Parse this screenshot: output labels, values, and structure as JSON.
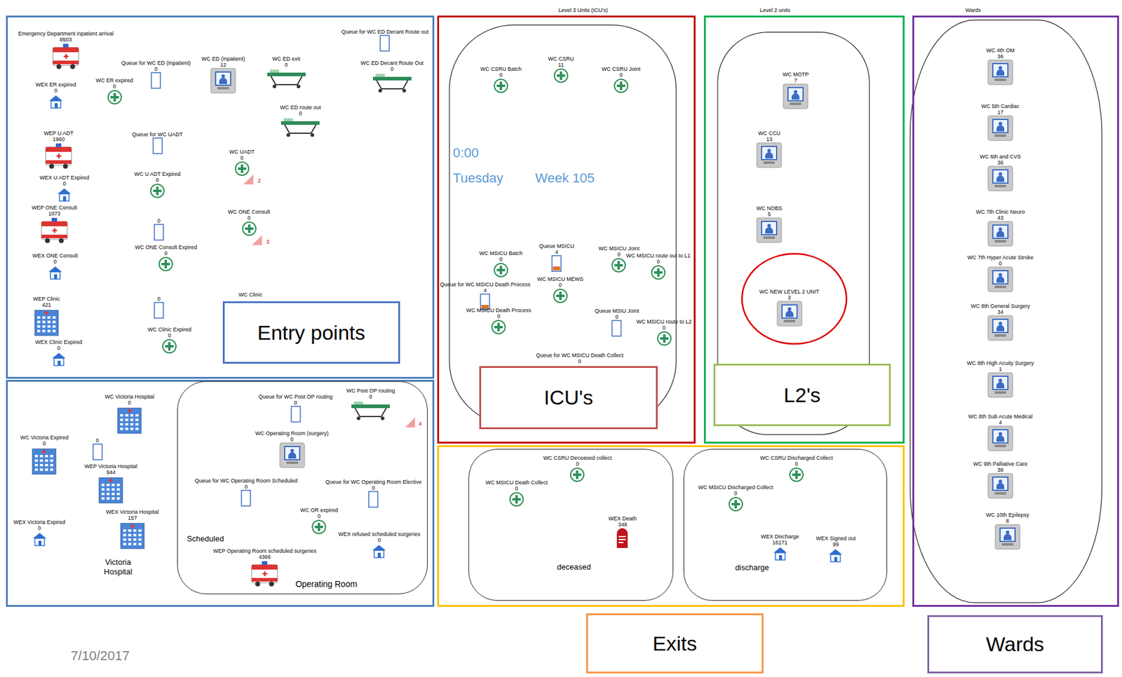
{
  "diagram": {
    "nodes": [
      {
        "text": []
      },
      {
        "text": [
          "Emergency Department inpatient arrival",
          "8503"
        ],
        "in": 0
      },
      {
        "text": [
          "Queue for WC ED Decant Route out"
        ],
        "in": 0
      },
      {
        "text": [
          "Queue for WC ED (Inpatient)",
          "0"
        ],
        "in": 0
      },
      {
        "text": [
          "WC ED (inpatient)",
          "12"
        ],
        "in": 0
      },
      {
        "text": [
          "WC ED exit",
          "0"
        ],
        "in": 0
      },
      {
        "text": [
          "WC ED Decant Route Out",
          "0"
        ],
        "in": 0
      },
      {
        "text": [
          "WEX ER expired",
          "0"
        ],
        "in": 0
      },
      {
        "text": [
          "WC ER expired",
          "0"
        ],
        "in": 0
      },
      {
        "text": [
          "WC ED route out",
          "0"
        ],
        "in": 0
      },
      {
        "text": [
          "WEP U ADT",
          "1960"
        ],
        "in": 0
      },
      {
        "text": [
          "Queue for WC UADT"
        ],
        "in": 0
      },
      {
        "text": [
          "WC UADT",
          "0"
        ],
        "in": 0
      },
      {
        "text": [
          "WEX U ADT Expired",
          "0"
        ],
        "in": 0
      },
      {
        "text": [
          "WC U ADT Expired",
          "0"
        ],
        "in": 0
      },
      {
        "text": [
          "WEP ONE Consult",
          "1073"
        ],
        "in": 0
      },
      {
        "text": [
          "0"
        ],
        "in": 0
      },
      {
        "text": [
          "WC ONE Consult",
          "0"
        ],
        "in": 0
      },
      {
        "text": [
          "WC ONE Consult Expired",
          "0"
        ],
        "in": 0
      },
      {
        "text": [
          "WEX ONE Consult",
          "0"
        ],
        "in": 0
      },
      {
        "text": [
          "WEP Clinic",
          "421"
        ],
        "in": 0
      },
      {
        "text": [
          "0"
        ],
        "in": 0
      },
      {
        "text": [
          "WC Clinic"
        ],
        "in": 0
      },
      {
        "text": [
          "WC Clinic Expired",
          "0"
        ],
        "in": 0
      },
      {
        "text": [
          "WEX Clinic Expired",
          "0"
        ],
        "in": 0
      },
      {
        "text": [
          "Entry points"
        ],
        "in": 0
      },
      {
        "text": []
      },
      {
        "text": [
          "WC Victoria Hospital",
          "0"
        ],
        "in": 26
      },
      {
        "text": [
          "WC Victoria Expired",
          "0"
        ],
        "in": 26
      },
      {
        "text": [
          "0"
        ],
        "in": 26
      },
      {
        "text": [
          "WEP Victoria Hospital",
          "944"
        ],
        "in": 26
      },
      {
        "text": [
          "WEX Victoria Hospital",
          "157"
        ],
        "in": 26
      },
      {
        "text": [
          "WEX Victoria Expired",
          "0"
        ],
        "in": 26
      },
      {
        "text": [
          "Scheduled",
          "Operating Room"
        ],
        "in": 26
      },
      {
        "text": [
          "Queue for WC Post OP routing",
          "0"
        ],
        "in": 33
      },
      {
        "text": [
          "WC Post OP routing",
          "0"
        ],
        "in": 33
      },
      {
        "text": [
          "WC Operating Room (surgery)",
          "0"
        ],
        "in": 33
      },
      {
        "text": [
          "Queue for WC Operating Room Scheduled",
          "0"
        ],
        "in": 33
      },
      {
        "text": [
          "Queue for WC Operating Room Elective",
          "0"
        ],
        "in": 33
      },
      {
        "text": [
          "WC OR expired",
          "0"
        ],
        "in": 33
      },
      {
        "text": [
          "WEX refused scheduled surgeries",
          "0"
        ],
        "in": 33
      },
      {
        "text": [
          "WEP Operating Room scheduled surgeries",
          "4366"
        ],
        "in": 33
      },
      {
        "text": [
          "Level 3 Units (ICU's)"
        ]
      },
      {
        "text": [
          "WC CSRU Batch",
          "0"
        ],
        "in": 42
      },
      {
        "text": [
          "WC CSRU",
          "11"
        ],
        "in": 42
      },
      {
        "text": [
          "WC CSRU Joint",
          "0"
        ],
        "in": 42
      },
      {
        "text": [
          "WC MSICU Batch",
          "0"
        ],
        "in": 42
      },
      {
        "text": [
          "Queue MSICU",
          "4"
        ],
        "in": 42
      },
      {
        "text": [
          "WC MSICU Joint",
          "0"
        ],
        "in": 42
      },
      {
        "text": [
          "WC MSICU route out to L1",
          "0"
        ],
        "in": 42
      },
      {
        "text": [
          "WC MSICU MEWS",
          "0"
        ],
        "in": 42
      },
      {
        "text": [
          "Queue for WC MSICU Death Process",
          "4"
        ],
        "in": 42
      },
      {
        "text": [
          "WC MSICU Death Process",
          "0"
        ],
        "in": 42
      },
      {
        "text": [
          "Queue MSIU Joint",
          "0"
        ],
        "in": 42
      },
      {
        "text": [
          "WC MSICU route to L2",
          "0"
        ],
        "in": 42
      },
      {
        "text": [
          "Queue for WC MSICU Death Collect",
          "0"
        ],
        "in": 42
      },
      {
        "text": [
          "ICU's"
        ],
        "in": 42
      },
      {
        "text": [
          "Level 2 units"
        ]
      },
      {
        "text": [
          "WC MOTP",
          "7"
        ],
        "in": 57
      },
      {
        "text": [
          "WC CCU",
          "13"
        ],
        "in": 57
      },
      {
        "text": [
          "WC NOBS",
          "5"
        ],
        "in": 57
      },
      {
        "text": [
          "WC NEW LEVEL 2 UNIT",
          "3"
        ],
        "in": 57
      },
      {
        "text": [
          "L2's"
        ],
        "in": 57
      },
      {
        "text": []
      },
      {
        "text": [
          "deceased"
        ],
        "in": 63
      },
      {
        "text": [
          "WC CSRU Deceased collect",
          "0"
        ],
        "in": 64
      },
      {
        "text": [
          "WC MSICU Death Collect",
          "0"
        ],
        "in": 64
      },
      {
        "text": [
          "WEX Death",
          "348"
        ],
        "in": 64
      },
      {
        "text": [
          "discharge"
        ],
        "in": 63
      },
      {
        "text": [
          "WC CSRU Discharged Collect",
          "0"
        ],
        "in": 68
      },
      {
        "text": [
          "WC MSICU Discharged Collect",
          "0"
        ],
        "in": 68
      },
      {
        "text": [
          "WEX Discharge",
          "16171"
        ],
        "in": 68
      },
      {
        "text": [
          "WEX Signed out",
          "99"
        ],
        "in": 68
      },
      {
        "text": [
          "Wards"
        ]
      },
      {
        "text": [
          "WC 4th OM",
          "36"
        ],
        "in": 73
      },
      {
        "text": [
          "WC 5th Cardiac",
          "17"
        ],
        "in": 73
      },
      {
        "text": [
          "WC 6th and CVS",
          "36"
        ],
        "in": 73
      },
      {
        "text": [
          "WC 7th Clinic Neuro",
          "43"
        ],
        "in": 73
      },
      {
        "text": [
          "WC 7th Hyper Acute Stroke",
          "0"
        ],
        "in": 73
      },
      {
        "text": [
          "WC 8th General Surgery",
          "34"
        ],
        "in": 73
      },
      {
        "text": [
          "WC 8th High Acuity Surgery",
          "1"
        ],
        "in": 73
      },
      {
        "text": [
          "WC 8th Sub Acute Medical",
          "4"
        ],
        "in": 73
      },
      {
        "text": [
          "WC 9th Palliative Care",
          "38"
        ],
        "in": 73
      },
      {
        "text": [
          "WC 10th Epilepsy",
          "8"
        ],
        "in": 73
      },
      {
        "text": [
          "Exits"
        ]
      },
      {
        "text": [
          "Wards"
        ]
      }
    ],
    "labels": [
      "0:00",
      "Tuesday",
      "Week 105",
      "2",
      "3",
      "4",
      "Victoria Hospital",
      "7/10/2017"
    ]
  }
}
